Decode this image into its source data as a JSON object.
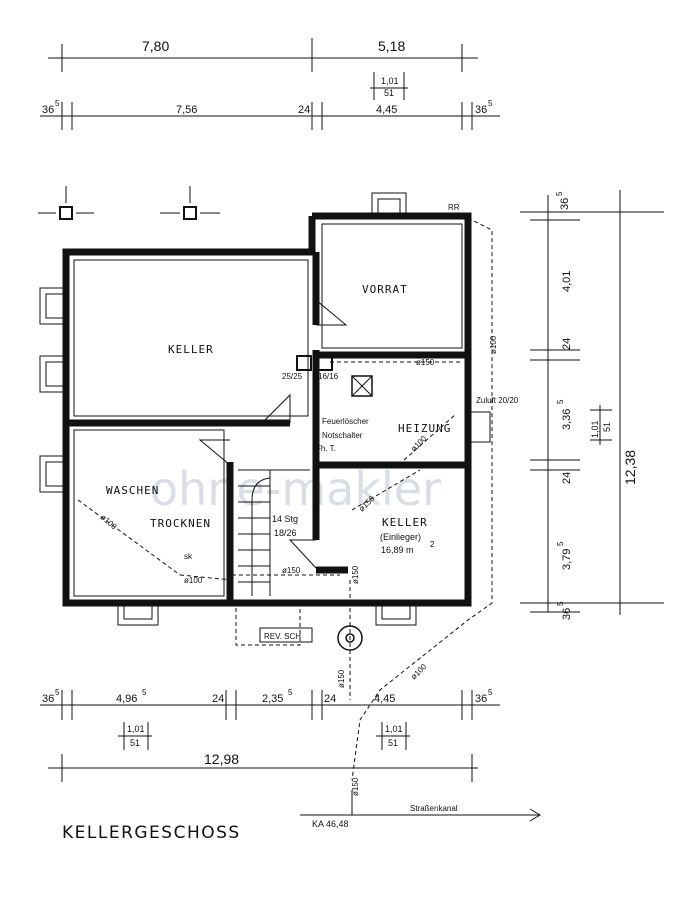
{
  "title": "KELLERGESCHOSS",
  "watermark": "ohne-makler",
  "dimensions": {
    "top_total_left": "7,80",
    "top_total_right": "5,18",
    "top_chimney": "1,01",
    "top_chimney_sub": "51",
    "top_wall_left": "36",
    "top_wall_left_sup": "5",
    "top_seg_left": "7,56",
    "top_seg_mid": "24",
    "top_seg_right": "4,45",
    "top_wall_right": "36",
    "top_wall_right_sup": "5",
    "right_top": "36",
    "right_top_sup": "5",
    "right_seg1": "4,01",
    "right_wall1": "24",
    "right_seg2": "3,36",
    "right_seg2_sup": "5",
    "right_window": "1,01",
    "right_window_sub": "51",
    "right_wall2": "24",
    "right_seg3": "3,79",
    "right_seg3_sup": "5",
    "right_bottom": "36",
    "right_bottom_sup": "5",
    "right_total": "12,38",
    "bottom_wall_left": "36",
    "bottom_wall_left_sup": "5",
    "bottom_seg1": "4,96",
    "bottom_seg1_sup": "5",
    "bottom_wall1": "24",
    "bottom_seg2": "2,35",
    "bottom_seg2_sup": "5",
    "bottom_wall2": "24",
    "bottom_seg3": "4,45",
    "bottom_wall_right": "36",
    "bottom_wall_right_sup": "5",
    "bottom_win1": "1,01",
    "bottom_win1_sub": "51",
    "bottom_win2": "1,01",
    "bottom_win2_sub": "51",
    "bottom_total": "12,98"
  },
  "rooms": {
    "vorrat": "VORRAT",
    "keller": "KELLER",
    "heizung": "HEIZUNG",
    "waschen": "WASCHEN",
    "trocknen": "TROCKNEN",
    "keller2": "KELLER",
    "keller2_sub": "(Einlieger)",
    "keller2_area": "16,89 m",
    "keller2_area_sup": "2"
  },
  "annotations": {
    "rr": "RR",
    "flue1": "25/25",
    "flue2": "16/16",
    "pipe_150_heizung": "ø150",
    "pipe_100_right": "ø100",
    "zuluft": "Zuluft 20/20",
    "feuerloescher": "Feuerlöscher",
    "notschalter": "Notschalter",
    "fh": "Fh. T.",
    "pipe_100_heizung": "ø100",
    "pipe_150_keller": "ø150",
    "pipe_100_waschen": "ø100",
    "stairs_count": "14 Stg",
    "stairs_ratio": "18/26",
    "sk": "sk",
    "pipe_100_floor": "ø100",
    "pipe_150_stair": "ø150",
    "pipe_150_vert": "ø150",
    "rev_sch": "REV. SCH",
    "pipe_150_out": "ø150",
    "pipe_100_diag": "ø100",
    "pipe_150_low": "ø150",
    "strassenkanal": "Straßenkanal",
    "ka": "KA 46,48"
  }
}
